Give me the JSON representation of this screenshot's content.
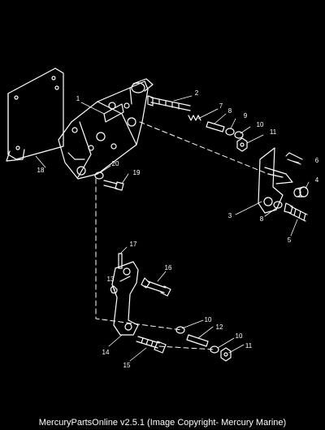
{
  "diagram": {
    "callouts": [
      "1",
      "2",
      "3",
      "4",
      "5",
      "6",
      "7",
      "8",
      "8",
      "9",
      "10",
      "10",
      "10",
      "11",
      "11",
      "12",
      "13",
      "14",
      "15",
      "16",
      "17",
      "18",
      "19",
      "20"
    ]
  },
  "footer": {
    "text": "MercuryPartsOnline v2.5.1 (Image Copyright- Mercury Marine)"
  }
}
